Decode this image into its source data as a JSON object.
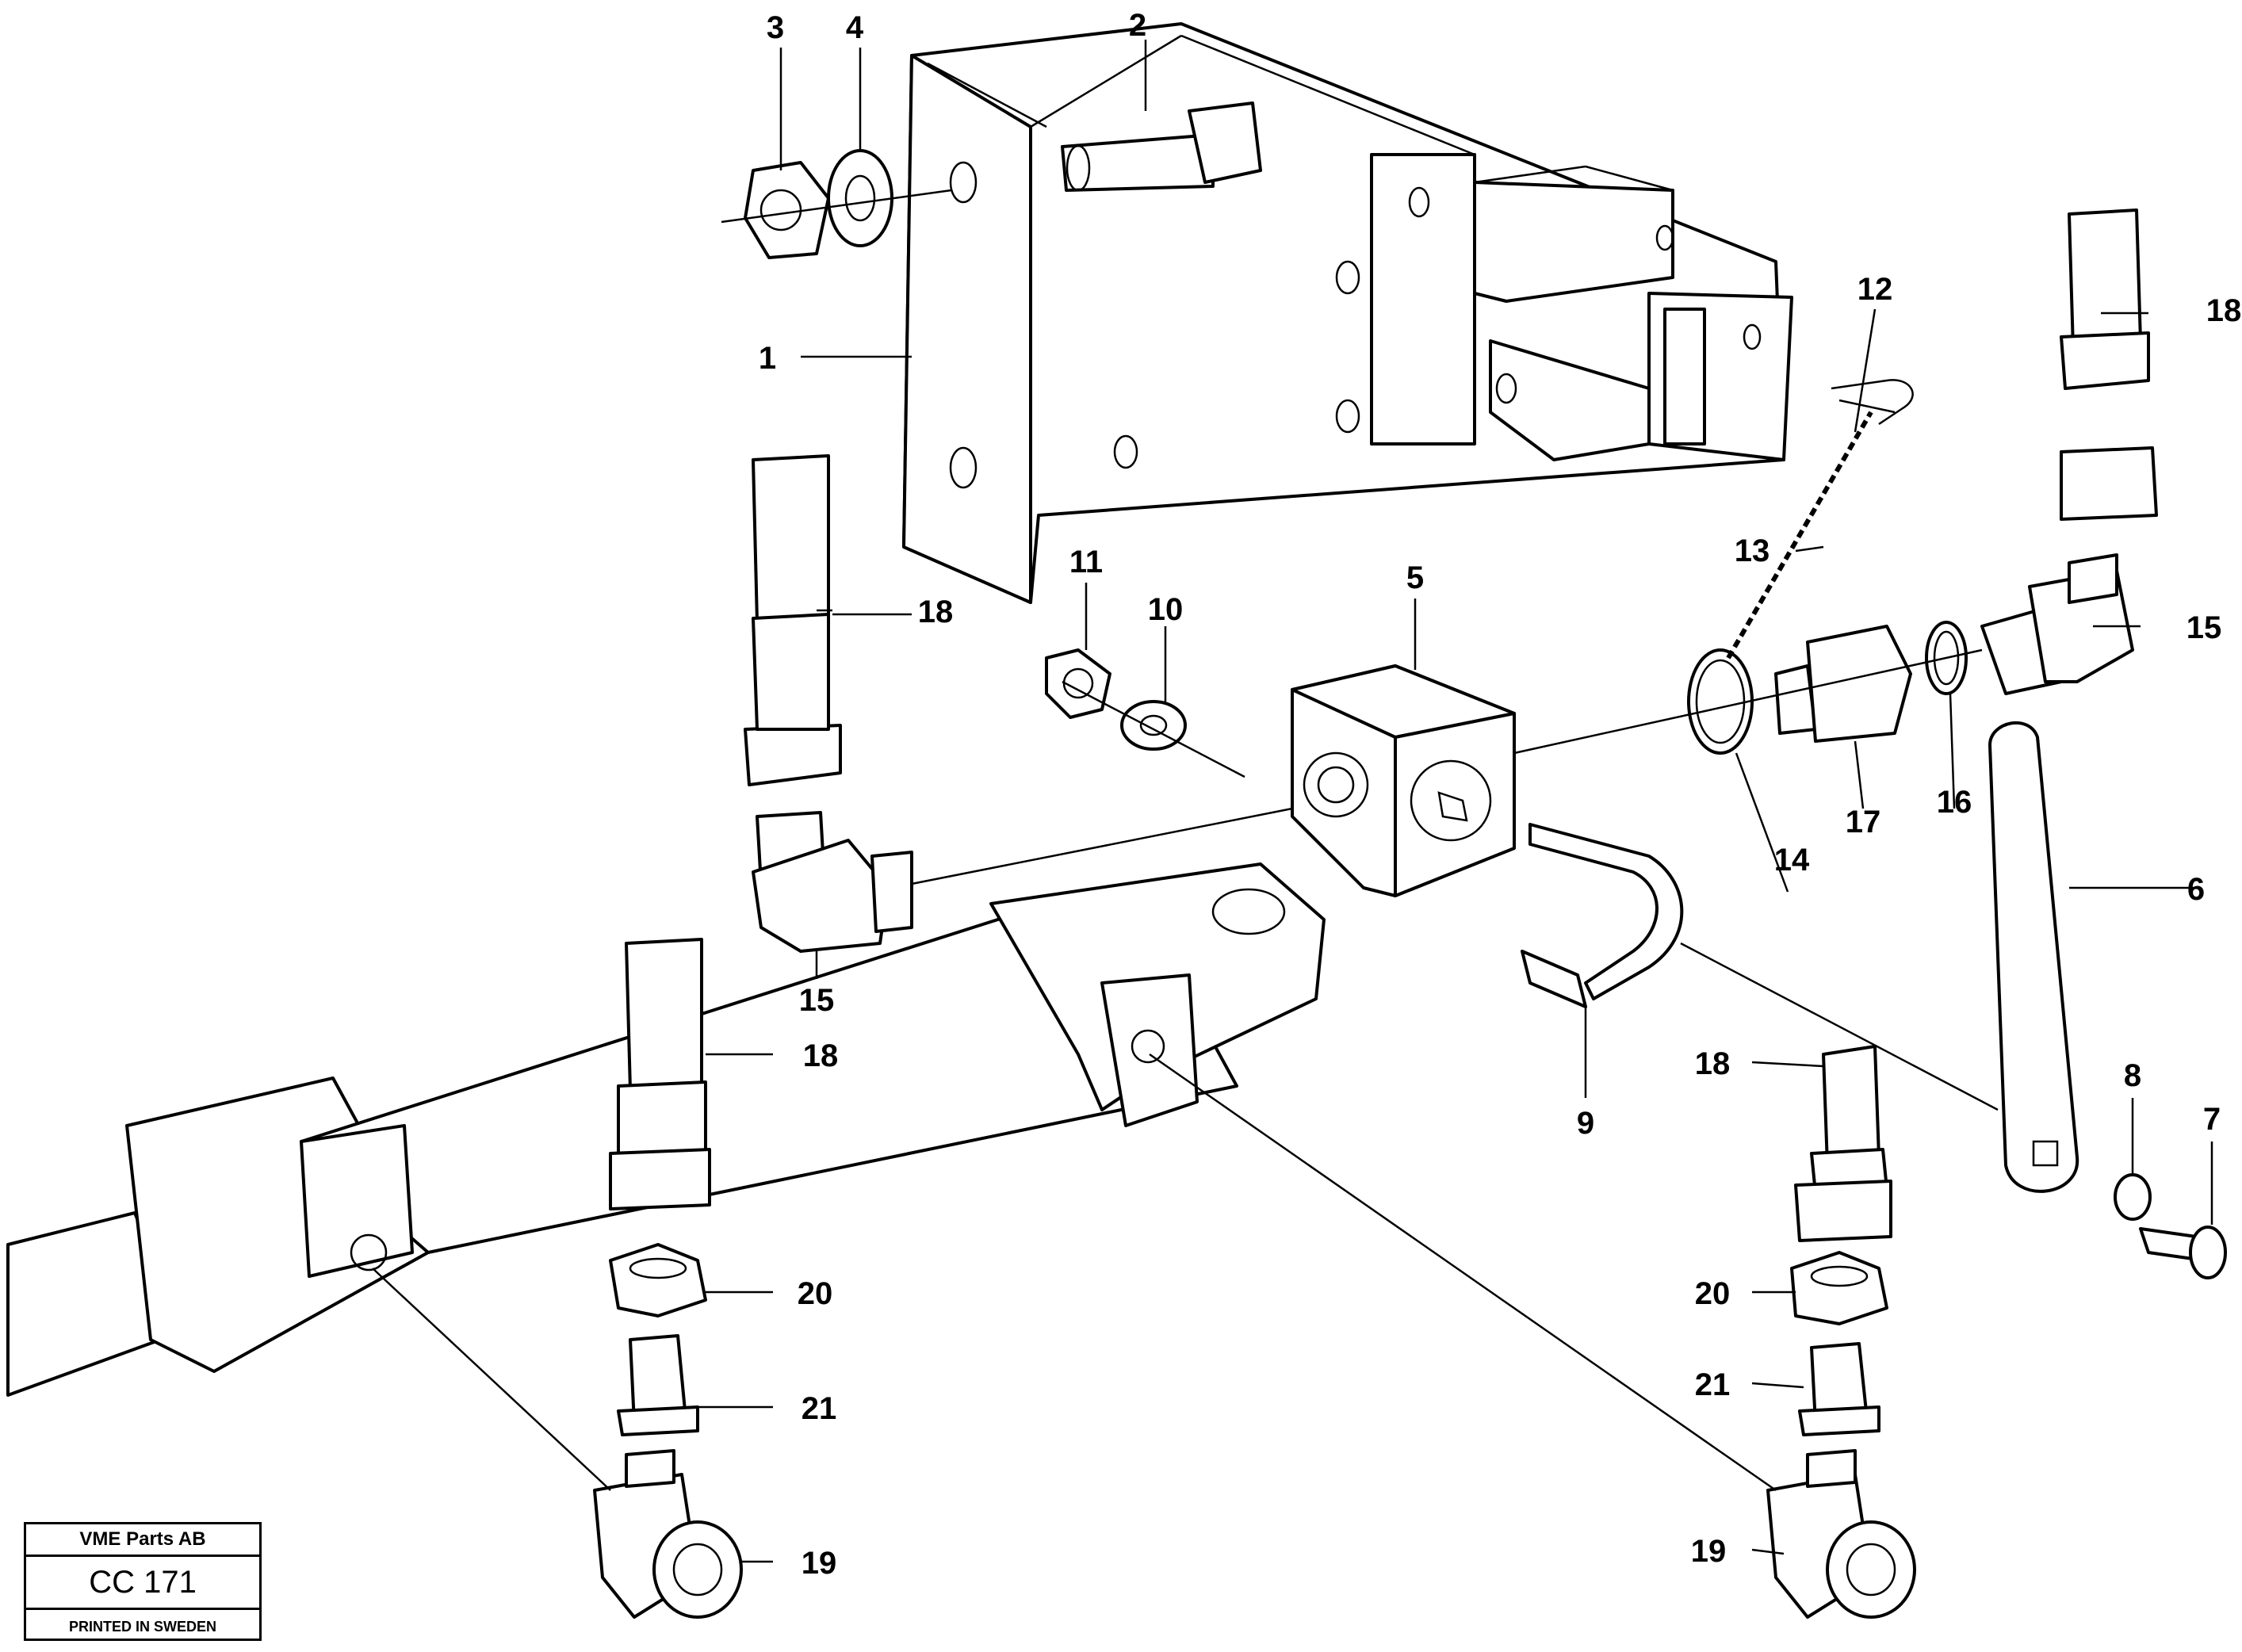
{
  "callouts": {
    "c1": "1",
    "c2": "2",
    "c3": "3",
    "c4": "4",
    "c5": "5",
    "c6": "6",
    "c7": "7",
    "c8": "8",
    "c9": "9",
    "c10": "10",
    "c11": "11",
    "c12": "12",
    "c13": "13",
    "c14": "14",
    "c15a": "15",
    "c15b": "15",
    "c16": "16",
    "c17": "17",
    "c18a": "18",
    "c18b": "18",
    "c18c": "18",
    "c18d": "18",
    "c19a": "19",
    "c19b": "19",
    "c20a": "20",
    "c20b": "20",
    "c21a": "21",
    "c21b": "21"
  },
  "title_block": {
    "company": "VME Parts AB",
    "code": "CC 171",
    "printed": "PRINTED IN SWEDEN"
  }
}
